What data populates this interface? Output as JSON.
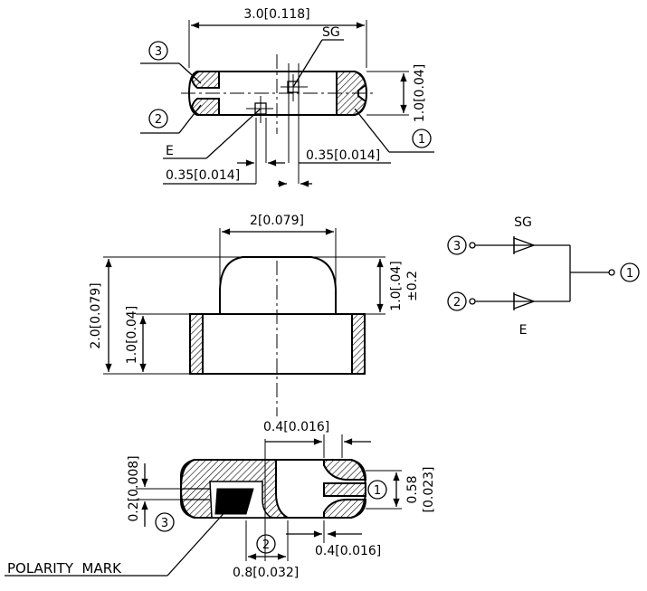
{
  "top_view": {
    "width_label": "3.0[0.118]",
    "height_label": "1.0[0.04]",
    "sg_label": "SG",
    "e_label": "E",
    "pad_left_label": "0.35[0.014]",
    "pad_right_label": "0.35[0.014]",
    "pin1": "1",
    "pin2": "2",
    "pin3": "3"
  },
  "side_view": {
    "lens_width_label": "2[0.079]",
    "total_height_label": "2.0[0.079]",
    "body_height_label": "1.0[0.04]",
    "lens_height_label": "1.0[.04]",
    "tolerance_label": "±0.2"
  },
  "circuit": {
    "sg_label": "SG",
    "e_label": "E",
    "pin1": "1",
    "pin2": "2",
    "pin3": "3"
  },
  "bottom_view": {
    "gap_label": "0.4[0.016]",
    "pad_height_label": "0.2[0.008]",
    "right_height_label": "0.58",
    "right_height_inch_label": "[0.023]",
    "right_gap_label": "0.4[0.016]",
    "bottom_width_label": "0.8[0.032]",
    "polarity_label": "POLARITY  MARK",
    "pin1": "1",
    "pin2": "2",
    "pin3": "3"
  }
}
